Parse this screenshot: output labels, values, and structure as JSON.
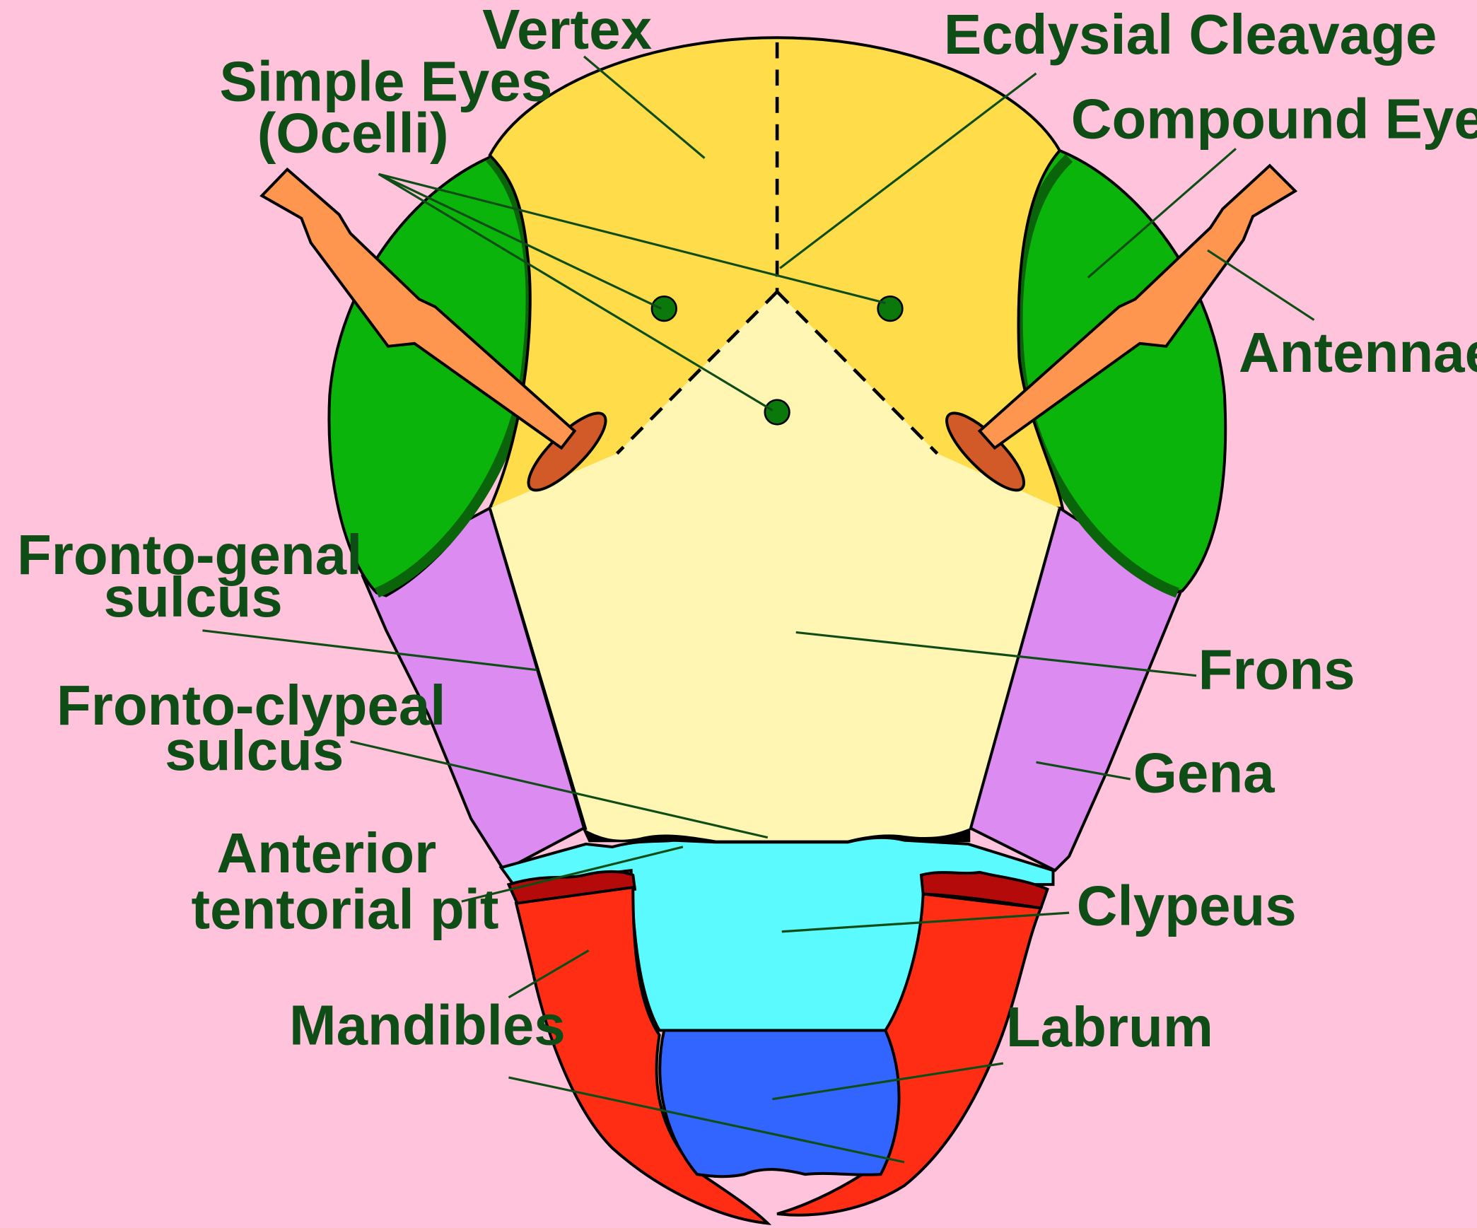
{
  "colors": {
    "background": "#ffc4dc",
    "vertex": "#ffdc4a",
    "frons": "#fff6b4",
    "compound_eye": "#0ab40a",
    "eye_rim": "#0a640a",
    "antenna": "#ff9650",
    "antenna_socket": "#d25a28",
    "gena": "#dc8cf0",
    "clypeus": "#5afaff",
    "labrum": "#3264ff",
    "mandible": "#ff2d14",
    "mandible_base": "#b40a0a",
    "ocellus": "#0a780a",
    "label_text": "#0f4d16"
  },
  "labels": {
    "vertex": "Vertex",
    "ecdysial_cleavage": "Ecdysial Cleavage",
    "simple_eyes": "Simple Eyes",
    "ocelli": "(Ocelli)",
    "compound_eye": "Compound Eye",
    "antennae": "Antennae",
    "fronto_genal_1": "Fronto-genal",
    "fronto_genal_2": "sulcus",
    "frons": "Frons",
    "fronto_clypeal_1": "Fronto-clypeal",
    "fronto_clypeal_2": "sulcus",
    "gena": "Gena",
    "anterior_1": "Anterior",
    "anterior_2": "tentorial pit",
    "clypeus": "Clypeus",
    "mandibles": "Mandibles",
    "labrum": "Labrum"
  }
}
